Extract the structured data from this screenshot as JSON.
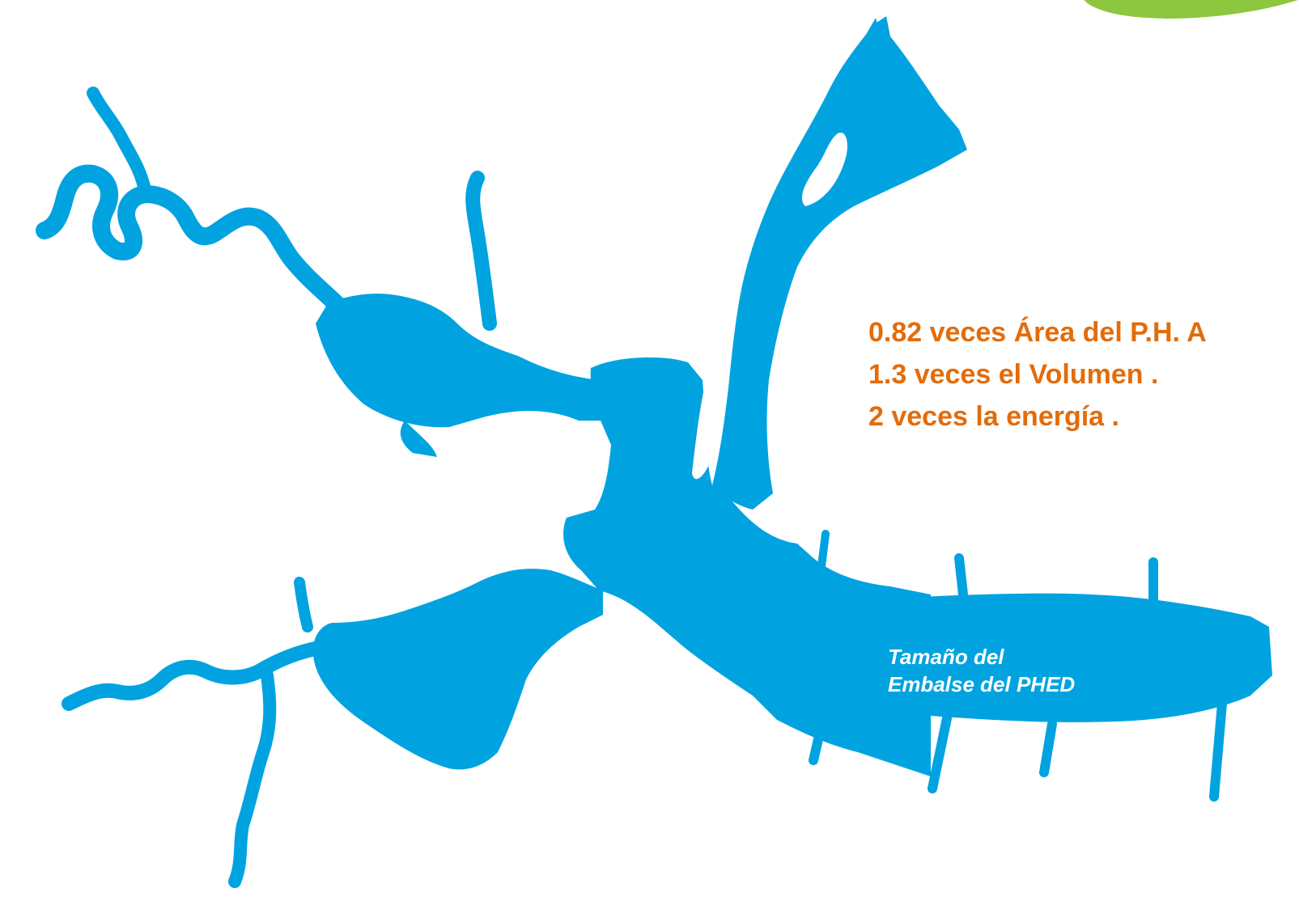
{
  "slide": {
    "comparison_lines": [
      "0.82 veces Área del P.H. A",
      "1.3 veces el Volumen .",
      "2 veces la energía ."
    ],
    "map_label_lines": [
      "Tamaño del",
      "Embalse del PHED"
    ]
  },
  "colors": {
    "reservoir": "#00a3e0",
    "comparison_text": "#e36c0a",
    "label_text": "#ffffff",
    "corner_accent": "#8dc63f"
  },
  "icons": {
    "reservoir": "reservoir-map-icon",
    "corner": "leaf-accent-icon"
  }
}
